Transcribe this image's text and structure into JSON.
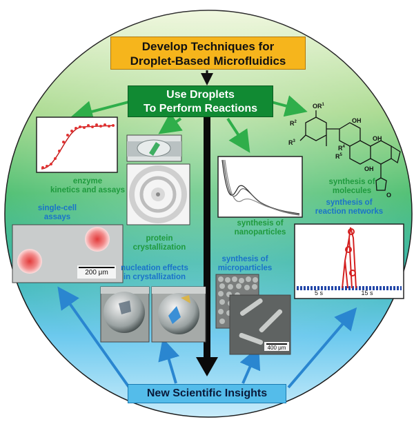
{
  "title": {
    "line1": "Develop Techniques for",
    "line2": "Droplet-Based Microfluidics"
  },
  "reactions": {
    "line1": "Use Droplets",
    "line2": "To Perform Reactions"
  },
  "insights": "New Scientific Insights",
  "labels": {
    "enzyme_1": "enzyme",
    "enzyme_2": "kinetics and assays",
    "singlecell_1": "single-cell",
    "singlecell_2": "assays",
    "protein_1": "protein",
    "protein_2": "crystallization",
    "nucleation_1": "nucleation effects",
    "nucleation_2": "in crystallization",
    "nano_1": "synthesis of",
    "nano_2": "nanoparticles",
    "micro_1": "synthesis of",
    "micro_2": "microparticles",
    "molecules_1": "synthesis of",
    "molecules_2": "molecules",
    "networks_1": "synthesis of",
    "networks_2": "reaction networks"
  },
  "scale_bars": {
    "cells": "200 μm",
    "particles": "400 μm"
  },
  "axis_ticks": {
    "t1": "5 s",
    "t2": "15 s"
  },
  "molecule": {
    "or1": "OR",
    "sup1": "1",
    "r2o": "R",
    "sup2": "2",
    "r3o": "R",
    "sup3": "3",
    "r4o": "R",
    "sup4": "4",
    "r5": "R",
    "sup5": "5",
    "oh1": "OH",
    "oh2": "OH",
    "oh3": "OH",
    "o": "O"
  },
  "colors": {
    "green_box": "#118a33",
    "orange_box": "#f6b51c",
    "blue_box": "#54bcea",
    "green_text": "#1f9a3e",
    "blue_text": "#1a73c9",
    "arrow_green": "#2fae4a",
    "arrow_blue": "#2a86d0"
  }
}
